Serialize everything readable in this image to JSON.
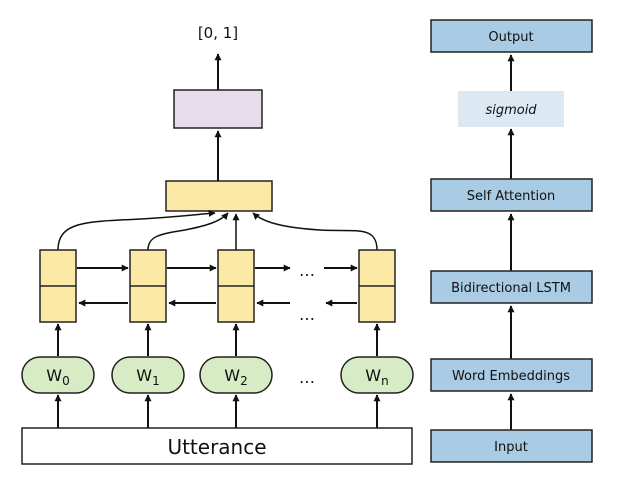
{
  "colors": {
    "stack_box_fill": "#a9cbe4",
    "stack_box_stroke": "#222222",
    "sigmoid_fill": "#dce9f3",
    "lstm_cell_fill": "#fde9a6",
    "attention_fill": "#fde9a6",
    "output_box_fill": "#e6dcea",
    "word_fill": "#d7ecc5",
    "word_stroke": "#222222",
    "utterance_fill": "#ffffff",
    "arrow": "#111111"
  },
  "left_diagram": {
    "output_range_label": "[0, 1]",
    "ellipsis": "…",
    "utterance_label": "Utterance",
    "words": [
      {
        "base": "W",
        "sub": "0"
      },
      {
        "base": "W",
        "sub": "1"
      },
      {
        "base": "W",
        "sub": "2"
      },
      {
        "base": "W",
        "sub": "n"
      }
    ]
  },
  "right_stack": {
    "output": "Output",
    "sigmoid": "sigmoid",
    "self_attention": "Self Attention",
    "bilstm": "Bidirectional LSTM",
    "word_embeddings": "Word Embeddings",
    "input": "Input"
  }
}
